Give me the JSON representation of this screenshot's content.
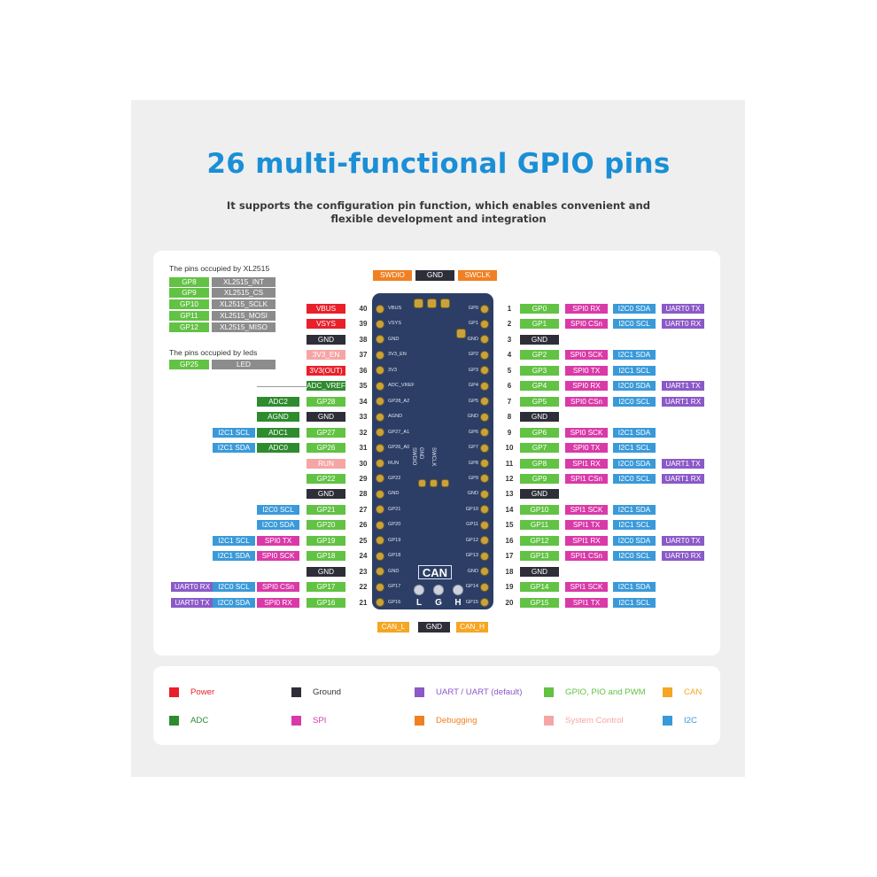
{
  "title": "26 multi-functional GPIO pins",
  "subtitle_line1": "It supports the configuration pin function, which enables convenient and",
  "subtitle_line2": "flexible development and integration",
  "colors": {
    "power": "#e8202a",
    "ground": "#2e2e38",
    "uart": "#8b59c8",
    "gpio": "#62c244",
    "can": "#f5a623",
    "adc": "#2e8b2e",
    "spi": "#d93aa8",
    "debugging": "#f08022",
    "system_control": "#f6a5a5",
    "i2c": "#3a9ad9",
    "gray": "#8c8c8c"
  },
  "xl2515": {
    "heading": "The pins occupied by XL2515",
    "rows": [
      {
        "gp": "GP8",
        "fn": "XL2515_INT"
      },
      {
        "gp": "GP9",
        "fn": "XL2515_CS"
      },
      {
        "gp": "GP10",
        "fn": "XL2515_SCLK"
      },
      {
        "gp": "GP11",
        "fn": "XL2515_MOSI"
      },
      {
        "gp": "GP12",
        "fn": "XL2515_MISO"
      }
    ]
  },
  "leds": {
    "heading": "The pins occupied by leds",
    "rows": [
      {
        "gp": "GP25",
        "fn": "LED"
      }
    ]
  },
  "top_header": [
    "SWDIO",
    "GND",
    "SWCLK"
  ],
  "bottom_header": [
    "CAN_L",
    "GND",
    "CAN_H"
  ],
  "left_pins": [
    {
      "num": "40",
      "silk": "VBUS",
      "tags": [
        {
          "t": "VBUS",
          "c": "power"
        }
      ]
    },
    {
      "num": "39",
      "silk": "VSYS",
      "tags": [
        {
          "t": "VSYS",
          "c": "power"
        }
      ]
    },
    {
      "num": "38",
      "silk": "GND",
      "tags": [
        {
          "t": "GND",
          "c": "ground"
        }
      ]
    },
    {
      "num": "37",
      "silk": "3V3_EN",
      "tags": [
        {
          "t": "3V3_EN",
          "c": "system_control"
        }
      ]
    },
    {
      "num": "36",
      "silk": "3V3",
      "tags": [
        {
          "t": "3V3(OUT)",
          "c": "power"
        }
      ]
    },
    {
      "num": "35",
      "silk": "ADC_VREF",
      "tags": [
        {
          "t": "ADC_VREF",
          "c": "adc"
        }
      ]
    },
    {
      "num": "34",
      "silk": "GP28_A2",
      "tags": [
        {
          "t": "ADC2",
          "c": "adc"
        },
        {
          "t": "GP28",
          "c": "gpio"
        }
      ]
    },
    {
      "num": "33",
      "silk": "AGND",
      "tags": [
        {
          "t": "AGND",
          "c": "adc"
        },
        {
          "t": "GND",
          "c": "ground"
        }
      ]
    },
    {
      "num": "32",
      "silk": "GP27_A1",
      "tags": [
        {
          "t": "I2C1 SCL",
          "c": "i2c"
        },
        {
          "t": "ADC1",
          "c": "adc"
        },
        {
          "t": "GP27",
          "c": "gpio"
        }
      ]
    },
    {
      "num": "31",
      "silk": "GP26_A0",
      "tags": [
        {
          "t": "I2C1 SDA",
          "c": "i2c"
        },
        {
          "t": "ADC0",
          "c": "adc"
        },
        {
          "t": "GP26",
          "c": "gpio"
        }
      ]
    },
    {
      "num": "30",
      "silk": "RUN",
      "tags": [
        {
          "t": "RUN",
          "c": "system_control"
        }
      ]
    },
    {
      "num": "29",
      "silk": "GP22",
      "tags": [
        {
          "t": "GP22",
          "c": "gpio"
        }
      ]
    },
    {
      "num": "28",
      "silk": "GND",
      "tags": [
        {
          "t": "GND",
          "c": "ground"
        }
      ]
    },
    {
      "num": "27",
      "silk": "GP21",
      "tags": [
        {
          "t": "I2C0 SCL",
          "c": "i2c"
        },
        {
          "t": "GP21",
          "c": "gpio"
        }
      ]
    },
    {
      "num": "26",
      "silk": "GP20",
      "tags": [
        {
          "t": "I2C0 SDA",
          "c": "i2c"
        },
        {
          "t": "GP20",
          "c": "gpio"
        }
      ]
    },
    {
      "num": "25",
      "silk": "GP19",
      "tags": [
        {
          "t": "I2C1 SCL",
          "c": "i2c"
        },
        {
          "t": "SPI0 TX",
          "c": "spi"
        },
        {
          "t": "GP19",
          "c": "gpio"
        }
      ]
    },
    {
      "num": "24",
      "silk": "GP18",
      "tags": [
        {
          "t": "I2C1 SDA",
          "c": "i2c"
        },
        {
          "t": "SPI0 SCK",
          "c": "spi"
        },
        {
          "t": "GP18",
          "c": "gpio"
        }
      ]
    },
    {
      "num": "23",
      "silk": "GND",
      "tags": [
        {
          "t": "GND",
          "c": "ground"
        }
      ]
    },
    {
      "num": "22",
      "silk": "GP17",
      "tags": [
        {
          "t": "UART0 RX",
          "c": "uart"
        },
        {
          "t": "I2C0 SCL",
          "c": "i2c"
        },
        {
          "t": "SPI0 CSn",
          "c": "spi"
        },
        {
          "t": "GP17",
          "c": "gpio"
        }
      ]
    },
    {
      "num": "21",
      "silk": "GP16",
      "tags": [
        {
          "t": "UART0 TX",
          "c": "uart"
        },
        {
          "t": "I2C0 SDA",
          "c": "i2c"
        },
        {
          "t": "SPI0 RX",
          "c": "spi"
        },
        {
          "t": "GP16",
          "c": "gpio"
        }
      ]
    }
  ],
  "right_pins": [
    {
      "num": "1",
      "silk": "GP0",
      "tags": [
        {
          "t": "GP0",
          "c": "gpio"
        },
        {
          "t": "SPI0 RX",
          "c": "spi"
        },
        {
          "t": "I2C0 SDA",
          "c": "i2c"
        },
        {
          "t": "UART0 TX",
          "c": "uart"
        }
      ]
    },
    {
      "num": "2",
      "silk": "GP1",
      "tags": [
        {
          "t": "GP1",
          "c": "gpio"
        },
        {
          "t": "SPI0 CSn",
          "c": "spi"
        },
        {
          "t": "I2C0 SCL",
          "c": "i2c"
        },
        {
          "t": "UART0 RX",
          "c": "uart"
        }
      ]
    },
    {
      "num": "3",
      "silk": "GND",
      "tags": [
        {
          "t": "GND",
          "c": "ground"
        }
      ]
    },
    {
      "num": "4",
      "silk": "GP2",
      "tags": [
        {
          "t": "GP2",
          "c": "gpio"
        },
        {
          "t": "SPI0 SCK",
          "c": "spi"
        },
        {
          "t": "I2C1 SDA",
          "c": "i2c"
        }
      ]
    },
    {
      "num": "5",
      "silk": "GP3",
      "tags": [
        {
          "t": "GP3",
          "c": "gpio"
        },
        {
          "t": "SPI0 TX",
          "c": "spi"
        },
        {
          "t": "I2C1 SCL",
          "c": "i2c"
        }
      ]
    },
    {
      "num": "6",
      "silk": "GP4",
      "tags": [
        {
          "t": "GP4",
          "c": "gpio"
        },
        {
          "t": "SPI0 RX",
          "c": "spi"
        },
        {
          "t": "I2C0 SDA",
          "c": "i2c"
        },
        {
          "t": "UART1 TX",
          "c": "uart"
        }
      ]
    },
    {
      "num": "7",
      "silk": "GP5",
      "tags": [
        {
          "t": "GP5",
          "c": "gpio"
        },
        {
          "t": "SPI0 CSn",
          "c": "spi"
        },
        {
          "t": "I2C0 SCL",
          "c": "i2c"
        },
        {
          "t": "UART1 RX",
          "c": "uart"
        }
      ]
    },
    {
      "num": "8",
      "silk": "GND",
      "tags": [
        {
          "t": "GND",
          "c": "ground"
        }
      ]
    },
    {
      "num": "9",
      "silk": "GP6",
      "tags": [
        {
          "t": "GP6",
          "c": "gpio"
        },
        {
          "t": "SPI0 SCK",
          "c": "spi"
        },
        {
          "t": "I2C1 SDA",
          "c": "i2c"
        }
      ]
    },
    {
      "num": "10",
      "silk": "GP7",
      "tags": [
        {
          "t": "GP7",
          "c": "gpio"
        },
        {
          "t": "SPI0 TX",
          "c": "spi"
        },
        {
          "t": "I2C1 SCL",
          "c": "i2c"
        }
      ]
    },
    {
      "num": "11",
      "silk": "GP8",
      "tags": [
        {
          "t": "GP8",
          "c": "gpio"
        },
        {
          "t": "SPI1 RX",
          "c": "spi"
        },
        {
          "t": "I2C0 SDA",
          "c": "i2c"
        },
        {
          "t": "UART1 TX",
          "c": "uart"
        }
      ]
    },
    {
      "num": "12",
      "silk": "GP9",
      "tags": [
        {
          "t": "GP9",
          "c": "gpio"
        },
        {
          "t": "SPI1 CSn",
          "c": "spi"
        },
        {
          "t": "I2C0 SCL",
          "c": "i2c"
        },
        {
          "t": "UART1 RX",
          "c": "uart"
        }
      ]
    },
    {
      "num": "13",
      "silk": "GND",
      "tags": [
        {
          "t": "GND",
          "c": "ground"
        }
      ]
    },
    {
      "num": "14",
      "silk": "GP10",
      "tags": [
        {
          "t": "GP10",
          "c": "gpio"
        },
        {
          "t": "SPI1 SCK",
          "c": "spi"
        },
        {
          "t": "I2C1 SDA",
          "c": "i2c"
        }
      ]
    },
    {
      "num": "15",
      "silk": "GP11",
      "tags": [
        {
          "t": "GP11",
          "c": "gpio"
        },
        {
          "t": "SPI1 TX",
          "c": "spi"
        },
        {
          "t": "I2C1 SCL",
          "c": "i2c"
        }
      ]
    },
    {
      "num": "16",
      "silk": "GP12",
      "tags": [
        {
          "t": "GP12",
          "c": "gpio"
        },
        {
          "t": "SPI1 RX",
          "c": "spi"
        },
        {
          "t": "I2C0 SDA",
          "c": "i2c"
        },
        {
          "t": "UART0 TX",
          "c": "uart"
        }
      ]
    },
    {
      "num": "17",
      "silk": "GP13",
      "tags": [
        {
          "t": "GP13",
          "c": "gpio"
        },
        {
          "t": "SPI1 CSn",
          "c": "spi"
        },
        {
          "t": "I2C0 SCL",
          "c": "i2c"
        },
        {
          "t": "UART0 RX",
          "c": "uart"
        }
      ]
    },
    {
      "num": "18",
      "silk": "GND",
      "tags": [
        {
          "t": "GND",
          "c": "ground"
        }
      ]
    },
    {
      "num": "19",
      "silk": "GP14",
      "tags": [
        {
          "t": "GP14",
          "c": "gpio"
        },
        {
          "t": "SPI1 SCK",
          "c": "spi"
        },
        {
          "t": "I2C1 SDA",
          "c": "i2c"
        }
      ]
    },
    {
      "num": "20",
      "silk": "GP15",
      "tags": [
        {
          "t": "GP15",
          "c": "gpio"
        },
        {
          "t": "SPI1 TX",
          "c": "spi"
        },
        {
          "t": "I2C1 SCL",
          "c": "i2c"
        }
      ]
    }
  ],
  "board_labels": {
    "swdio": "SWDIO",
    "gnd": "GND",
    "swclk": "SWCLK",
    "can": "CAN",
    "l": "L",
    "g": "G",
    "h": "H"
  },
  "legend": [
    {
      "label": "Power",
      "c": "power"
    },
    {
      "label": "Ground",
      "c": "ground"
    },
    {
      "label": "UART / UART (default)",
      "c": "uart"
    },
    {
      "label": "GPIO, PIO and PWM",
      "c": "gpio"
    },
    {
      "label": "CAN",
      "c": "can"
    },
    {
      "label": "ADC",
      "c": "adc"
    },
    {
      "label": "SPI",
      "c": "spi"
    },
    {
      "label": "Debugging",
      "c": "debugging"
    },
    {
      "label": "System Control",
      "c": "system_control"
    },
    {
      "label": "I2C",
      "c": "i2c"
    }
  ]
}
